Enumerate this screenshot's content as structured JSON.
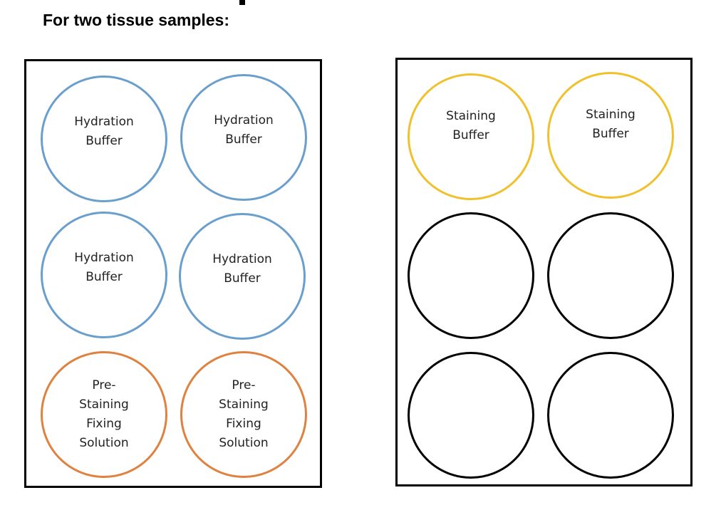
{
  "heading": "For two tissue samples:",
  "colors": {
    "hydration": "#6a9fcd",
    "fixing": "#e0823f",
    "staining": "#f0c12c",
    "empty": "#000000"
  },
  "plates": [
    {
      "name": "left-plate",
      "wells": [
        {
          "label": "Hydration\nBuffer",
          "kind": "hydration"
        },
        {
          "label": "Hydration\nBuffer",
          "kind": "hydration"
        },
        {
          "label": "Hydration\nBuffer",
          "kind": "hydration"
        },
        {
          "label": "Hydration\nBuffer",
          "kind": "hydration"
        },
        {
          "label": "Pre-\nStaining\nFixing\nSolution",
          "kind": "fixing"
        },
        {
          "label": "Pre-\nStaining\nFixing\nSolution",
          "kind": "fixing"
        }
      ]
    },
    {
      "name": "right-plate",
      "wells": [
        {
          "label": "Staining\nBuffer",
          "kind": "staining"
        },
        {
          "label": "Staining\nBuffer",
          "kind": "staining"
        },
        {
          "label": "",
          "kind": "empty"
        },
        {
          "label": "",
          "kind": "empty"
        },
        {
          "label": "",
          "kind": "empty"
        },
        {
          "label": "",
          "kind": "empty"
        }
      ]
    }
  ]
}
